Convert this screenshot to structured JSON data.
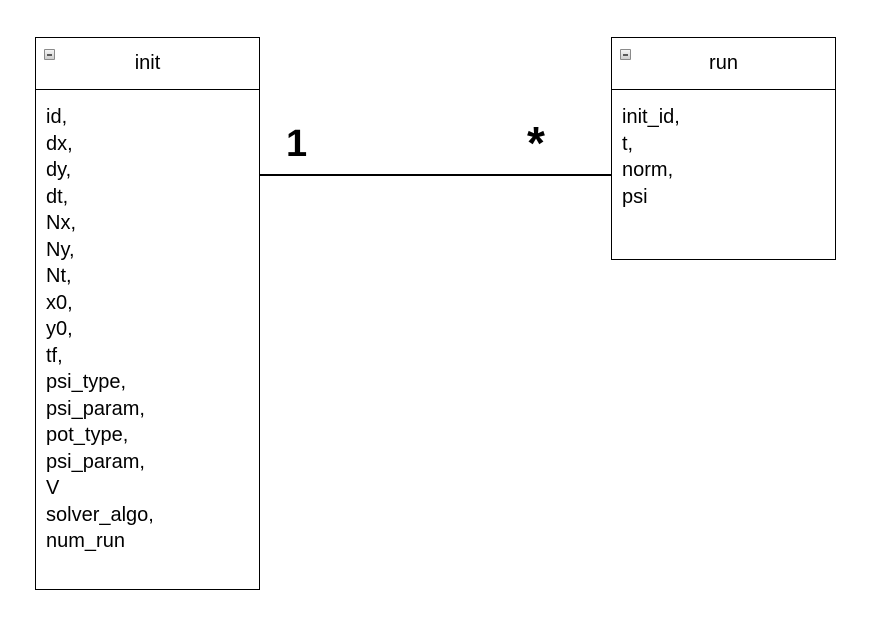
{
  "entities": {
    "init": {
      "title": "init",
      "fields": [
        "id,",
        "dx,",
        "dy,",
        "dt,",
        "Nx,",
        "Ny,",
        "Nt,",
        "x0,",
        "y0,",
        "tf,",
        "psi_type,",
        "psi_param,",
        "pot_type,",
        "psi_param,",
        "V",
        "solver_algo,",
        "num_run"
      ]
    },
    "run": {
      "title": "run",
      "fields": [
        "init_id,",
        "t,",
        "norm,",
        "psi"
      ]
    }
  },
  "relationship": {
    "left_cardinality": "1",
    "right_cardinality": "*"
  },
  "icons": {
    "collapse": "minus-square-icon"
  }
}
